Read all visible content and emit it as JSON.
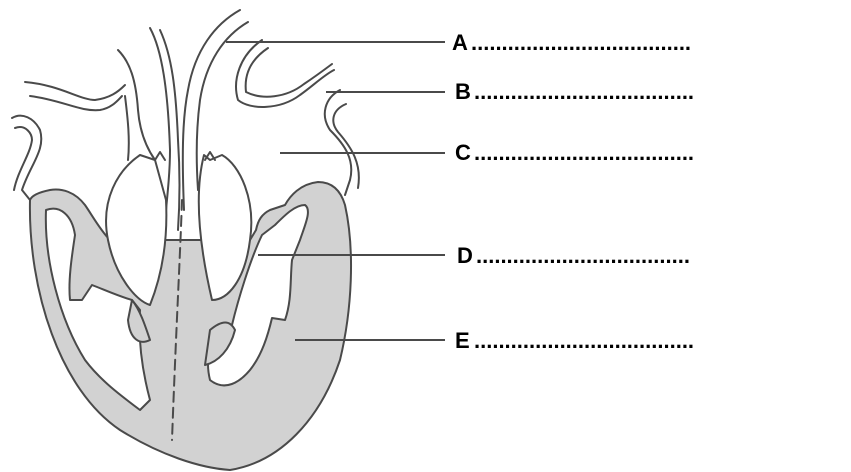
{
  "colors": {
    "tissue": "#d2d2d2",
    "outline": "#4a4a4a",
    "leader": "#4a4a4a",
    "background": "#ffffff"
  },
  "labels": [
    {
      "letter": "A",
      "dots": "...................................."
    },
    {
      "letter": "B",
      "dots": "...................................."
    },
    {
      "letter": "C",
      "dots": "...................................."
    },
    {
      "letter": "D",
      "dots": "..................................."
    },
    {
      "letter": "E",
      "dots": "...................................."
    }
  ]
}
